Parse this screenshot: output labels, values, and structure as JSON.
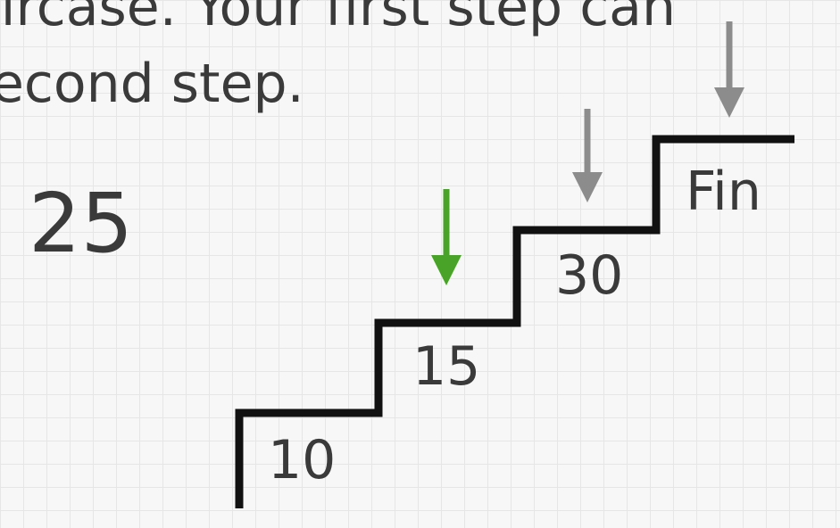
{
  "caption": {
    "line1": "aircase. Your first step can",
    "line2": "econd step."
  },
  "total": "25",
  "steps": [
    {
      "label": "10"
    },
    {
      "label": "15"
    },
    {
      "label": "30"
    },
    {
      "label": "Fin"
    }
  ],
  "arrows": [
    {
      "icon": "arrow-down-icon",
      "color": "#4aa329",
      "state": "current"
    },
    {
      "icon": "arrow-down-icon",
      "color": "#8c8c8c",
      "state": "next"
    },
    {
      "icon": "arrow-down-icon",
      "color": "#8c8c8c",
      "state": "next"
    }
  ],
  "colors": {
    "stairs": "#111111",
    "text": "#3a3a3a",
    "highlight_arrow": "#4aa329",
    "muted_arrow": "#8c8c8c"
  }
}
